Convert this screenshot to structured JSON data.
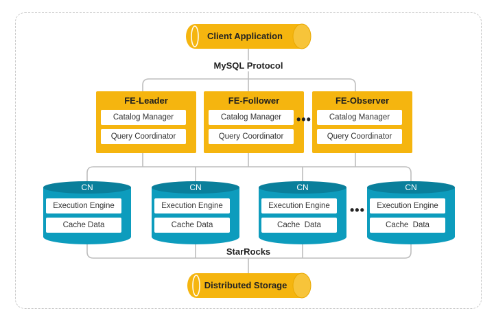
{
  "client": {
    "label": "Client Application"
  },
  "protocol": {
    "label": "MySQL Protocol"
  },
  "fe_nodes": [
    {
      "title": "FE-Leader",
      "items": [
        "Catalog Manager",
        "Query Coordinator"
      ]
    },
    {
      "title": "FE-Follower",
      "items": [
        "Catalog Manager",
        "Query Coordinator"
      ]
    },
    {
      "title": "FE-Observer",
      "items": [
        "Catalog Manager",
        "Query Coordinator"
      ]
    }
  ],
  "fe_ellipsis": "•••",
  "cn_nodes": [
    {
      "title": "CN",
      "items": [
        "Execution Engine",
        "Cache Data"
      ]
    },
    {
      "title": "CN",
      "items": [
        "Execution Engine",
        "Cache Data"
      ]
    },
    {
      "title": "CN",
      "items": [
        "Execution Engine",
        "Cache  Data"
      ]
    },
    {
      "title": "CN",
      "items": [
        "Execution Engine",
        "Cache  Data"
      ]
    }
  ],
  "cn_ellipsis": "•••",
  "cluster": {
    "label": "StarRocks"
  },
  "storage": {
    "label": "Distributed Storage"
  },
  "colors": {
    "fe": "#f5b50f",
    "cn": "#0d9cbd",
    "cn_dark": "#0a7f9b",
    "line": "#bdbdbd"
  }
}
